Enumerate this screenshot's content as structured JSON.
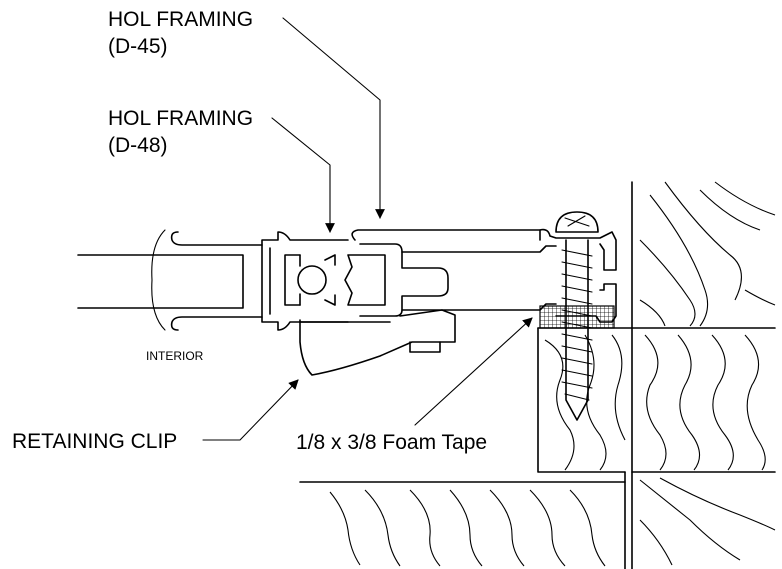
{
  "labels": {
    "hol_framing_d45_line1": "HOL FRAMING",
    "hol_framing_d45_line2": "(D-45)",
    "hol_framing_d48_line1": "HOL FRAMING",
    "hol_framing_d48_line2": "(D-48)",
    "interior": "INTERIOR",
    "retaining_clip": "RETAINING CLIP",
    "foam_tape": "1/8 x 3/8 Foam Tape"
  }
}
